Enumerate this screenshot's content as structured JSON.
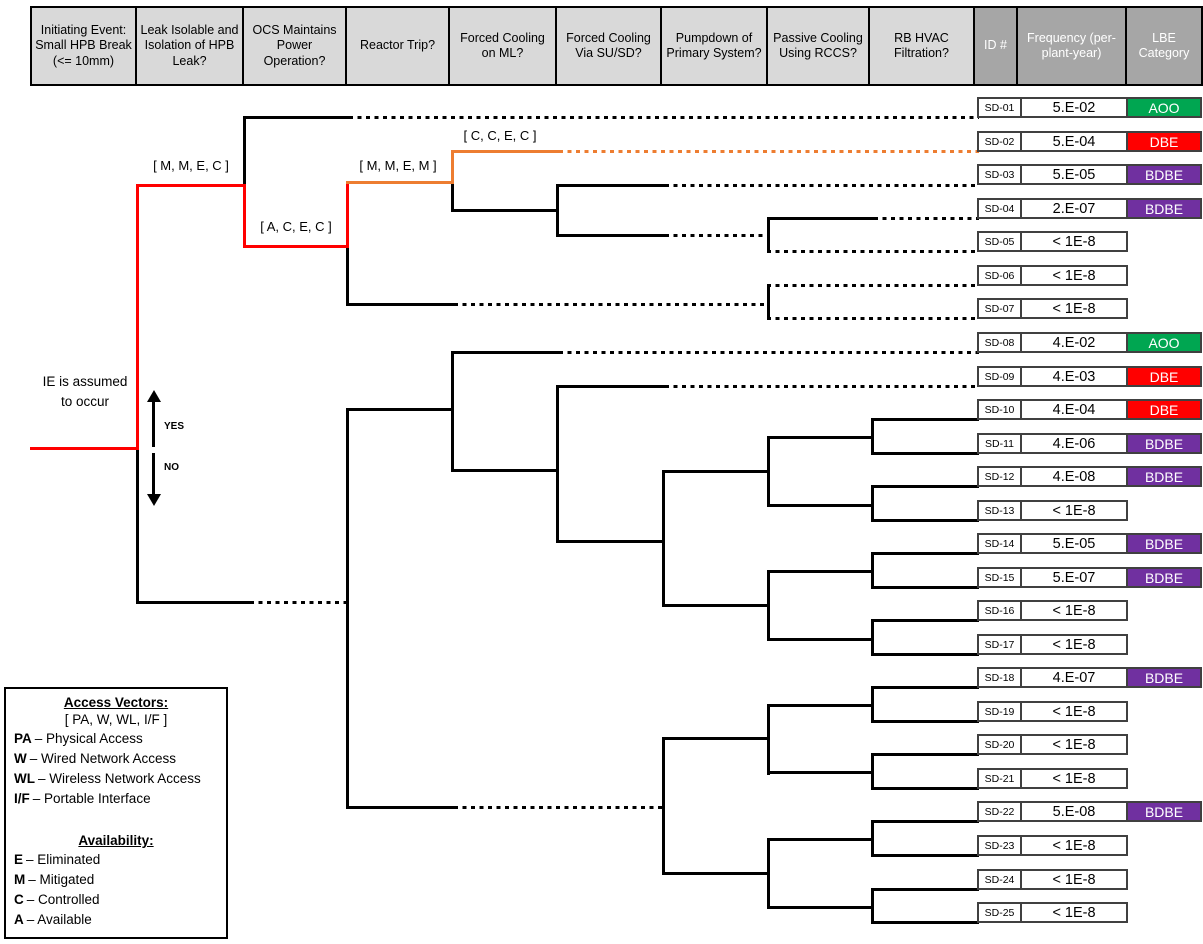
{
  "header": {
    "columns": [
      {
        "label": "Initiating Event: Small HPB Break (<= 10mm)"
      },
      {
        "label": "Leak Isolable and Isolation of HPB Leak?"
      },
      {
        "label": "OCS Maintains Power Operation?"
      },
      {
        "label": "Reactor Trip?"
      },
      {
        "label": "Forced Cooling on ML?"
      },
      {
        "label": "Forced Cooling Via SU/SD?"
      },
      {
        "label": "Pumpdown of Primary System?"
      },
      {
        "label": "Passive Cooling Using RCCS?"
      },
      {
        "label": "RB HVAC Filtration?"
      },
      {
        "label": "ID #"
      },
      {
        "label": "Frequency (per-plant-year)"
      },
      {
        "label": "LBE Category"
      }
    ]
  },
  "tree": {
    "ie_label": "IE is assumed to occur",
    "yes_label": "YES",
    "no_label": "NO",
    "branch_labels": [
      "[ M, M, E, C ]",
      "[ A, C, E, C ]",
      "[ M, M, E, M ]",
      "[ C, C, E, C ]"
    ]
  },
  "rows": [
    {
      "id": "SD-01",
      "frequency": "5.E-02",
      "category": "AOO"
    },
    {
      "id": "SD-02",
      "frequency": "5.E-04",
      "category": "DBE"
    },
    {
      "id": "SD-03",
      "frequency": "5.E-05",
      "category": "BDBE"
    },
    {
      "id": "SD-04",
      "frequency": "2.E-07",
      "category": "BDBE"
    },
    {
      "id": "SD-05",
      "frequency": "< 1E-8",
      "category": ""
    },
    {
      "id": "SD-06",
      "frequency": "< 1E-8",
      "category": ""
    },
    {
      "id": "SD-07",
      "frequency": "< 1E-8",
      "category": ""
    },
    {
      "id": "SD-08",
      "frequency": "4.E-02",
      "category": "AOO"
    },
    {
      "id": "SD-09",
      "frequency": "4.E-03",
      "category": "DBE"
    },
    {
      "id": "SD-10",
      "frequency": "4.E-04",
      "category": "DBE"
    },
    {
      "id": "SD-11",
      "frequency": "4.E-06",
      "category": "BDBE"
    },
    {
      "id": "SD-12",
      "frequency": "4.E-08",
      "category": "BDBE"
    },
    {
      "id": "SD-13",
      "frequency": "< 1E-8",
      "category": ""
    },
    {
      "id": "SD-14",
      "frequency": "5.E-05",
      "category": "BDBE"
    },
    {
      "id": "SD-15",
      "frequency": "5.E-07",
      "category": "BDBE"
    },
    {
      "id": "SD-16",
      "frequency": "< 1E-8",
      "category": ""
    },
    {
      "id": "SD-17",
      "frequency": "< 1E-8",
      "category": ""
    },
    {
      "id": "SD-18",
      "frequency": "4.E-07",
      "category": "BDBE"
    },
    {
      "id": "SD-19",
      "frequency": "< 1E-8",
      "category": ""
    },
    {
      "id": "SD-20",
      "frequency": "< 1E-8",
      "category": ""
    },
    {
      "id": "SD-21",
      "frequency": "< 1E-8",
      "category": ""
    },
    {
      "id": "SD-22",
      "frequency": "5.E-08",
      "category": "BDBE"
    },
    {
      "id": "SD-23",
      "frequency": "< 1E-8",
      "category": ""
    },
    {
      "id": "SD-24",
      "frequency": "< 1E-8",
      "category": ""
    },
    {
      "id": "SD-25",
      "frequency": "< 1E-8",
      "category": ""
    }
  ],
  "legend": {
    "access_title": "Access Vectors:",
    "access_format": "[ PA, W, WL, I/F ]",
    "access_items": [
      {
        "key": "PA",
        "desc": "– Physical Access"
      },
      {
        "key": "W",
        "desc": "– Wired Network Access"
      },
      {
        "key": "WL",
        "desc": "– Wireless Network Access"
      },
      {
        "key": "I/F",
        "desc": "– Portable Interface"
      }
    ],
    "availability_title": "Availability:",
    "availability_items": [
      {
        "key": "E",
        "desc": "– Eliminated"
      },
      {
        "key": "M",
        "desc": "– Mitigated"
      },
      {
        "key": "C",
        "desc": "– Controlled"
      },
      {
        "key": "A",
        "desc": "– Available"
      }
    ]
  },
  "colors": {
    "aoo": "#00a651",
    "dbe": "#ff0000",
    "bdbe": "#7030a0",
    "path_red": "#ff0000",
    "path_orange": "#ed7d31",
    "header_light": "#d9d9d9",
    "header_dark": "#a6a6a6"
  }
}
